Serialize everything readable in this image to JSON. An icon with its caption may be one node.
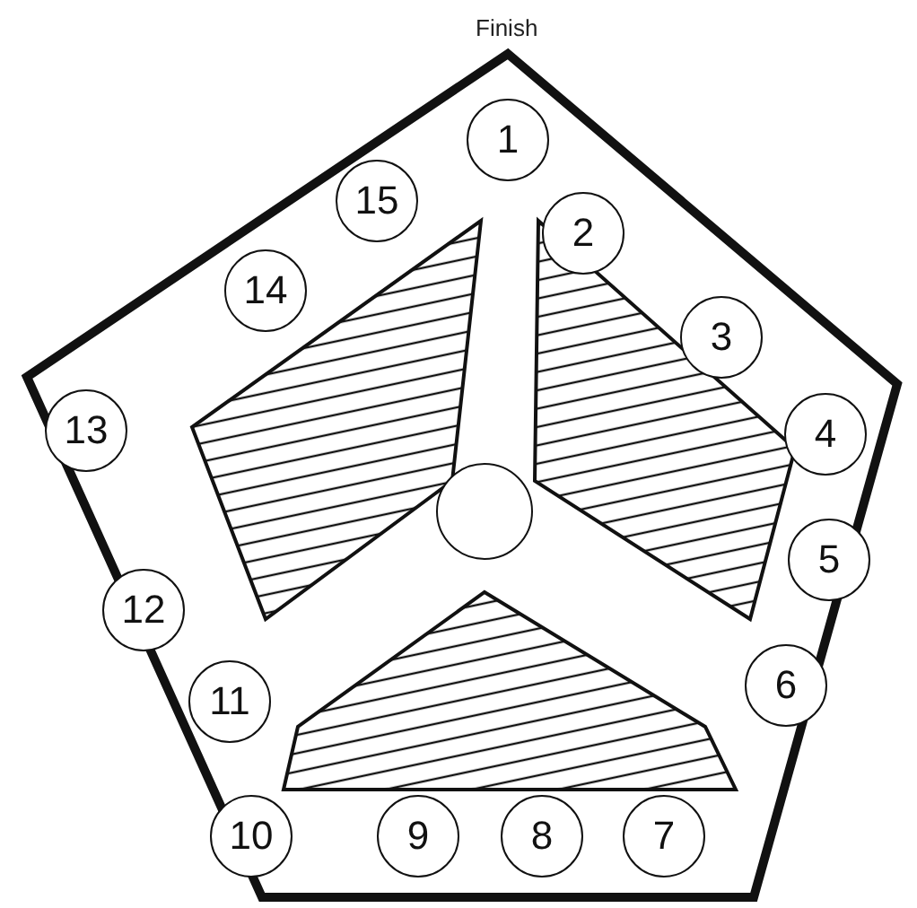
{
  "diagram": {
    "nodes": [
      {
        "text": [
          "1"
        ]
      },
      {
        "text": [
          "2"
        ]
      },
      {
        "text": [
          "3"
        ]
      },
      {
        "text": [
          "4"
        ]
      },
      {
        "text": [
          "5"
        ]
      },
      {
        "text": [
          "6"
        ]
      },
      {
        "text": [
          "7"
        ]
      },
      {
        "text": [
          "8"
        ]
      },
      {
        "text": [
          "9"
        ]
      },
      {
        "text": [
          "10"
        ]
      },
      {
        "text": [
          "11"
        ]
      },
      {
        "text": [
          "12"
        ]
      },
      {
        "text": [
          "13"
        ]
      },
      {
        "text": [
          "14"
        ]
      },
      {
        "text": [
          "15"
        ]
      },
      {
        "text": [],
        "shape": "circle"
      }
    ],
    "labels": [
      "Finish"
    ]
  }
}
